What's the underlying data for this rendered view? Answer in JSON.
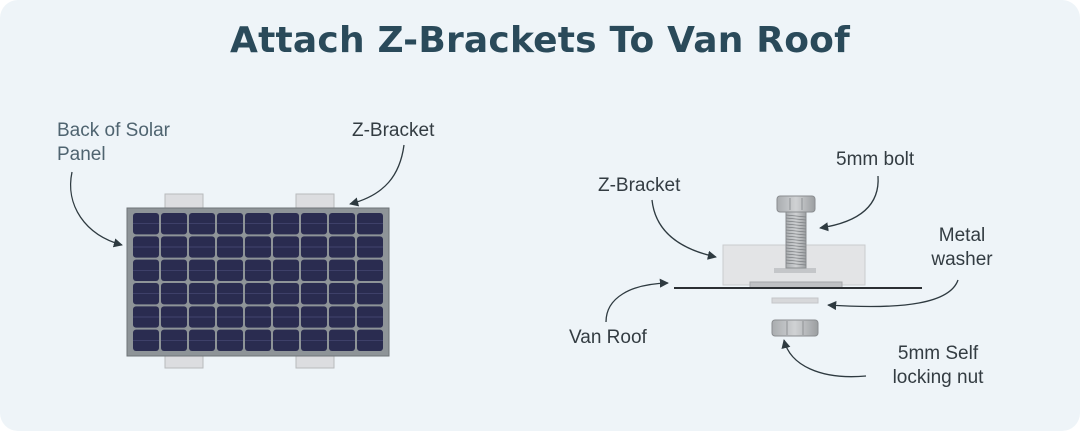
{
  "title": "Attach Z-Brackets To Van Roof",
  "left_diagram": {
    "back_of_panel_line1": "Back of Solar",
    "back_of_panel_line2": "Panel",
    "z_bracket": "Z-Bracket"
  },
  "right_diagram": {
    "bolt": "5mm bolt",
    "z_bracket": "Z-Bracket",
    "metal_washer_line1": "Metal",
    "metal_washer_line2": "washer",
    "van_roof": "Van Roof",
    "nut_line1": "5mm Self",
    "nut_line2": "locking nut"
  },
  "colors": {
    "background": "#eef4f8",
    "title": "#2a4a5a",
    "panel_frame": "#8e9498",
    "cell": "#2a2c50",
    "bracket": "#dcdde0",
    "arrow": "#2e3a40"
  }
}
